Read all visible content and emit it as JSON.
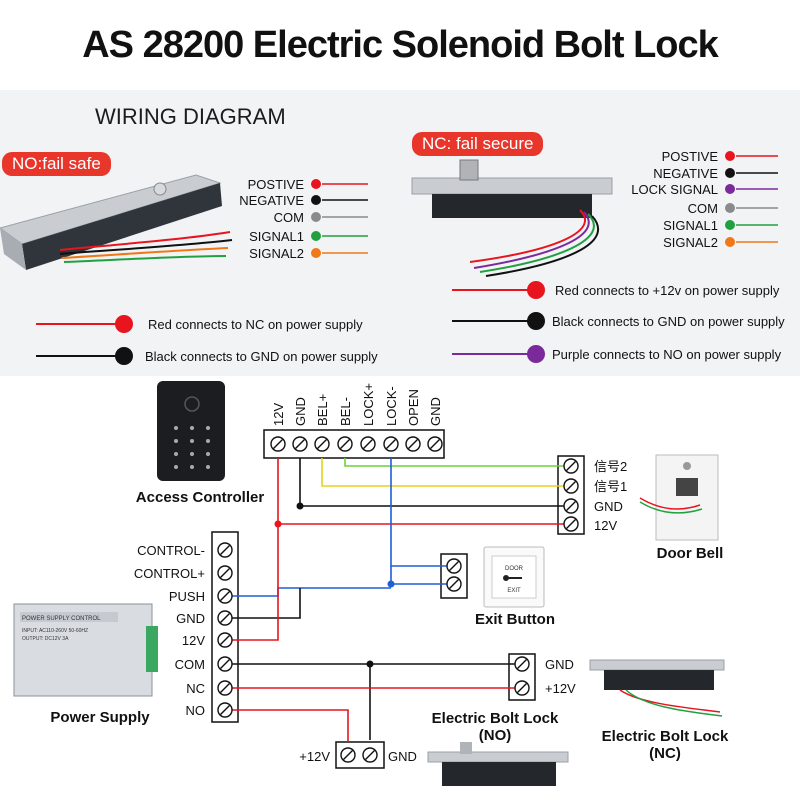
{
  "title": "AS 28200 Electric Solenoid Bolt Lock",
  "wiring_heading": "WIRING DIAGRAM",
  "no_panel": {
    "badge": "NO:fail safe",
    "labels": [
      {
        "text": "POSTIVE",
        "color": "#e8141e"
      },
      {
        "text": "NEGATIVE",
        "color": "#111111"
      },
      {
        "text": "COM",
        "color": "#8a8a8a"
      },
      {
        "text": "SIGNAL1",
        "color": "#22a040"
      },
      {
        "text": "SIGNAL2",
        "color": "#f07818"
      }
    ],
    "notes": [
      {
        "text": "Red connects to NC on power supply",
        "color": "#e8141e"
      },
      {
        "text": "Black connects to GND on power supply",
        "color": "#111111"
      }
    ]
  },
  "nc_panel": {
    "badge": "NC: fail secure",
    "labels": [
      {
        "text": "POSTIVE",
        "color": "#e8141e"
      },
      {
        "text": "NEGATIVE",
        "color": "#111111"
      },
      {
        "text": "LOCK SIGNAL",
        "color": "#7a2a9a"
      },
      {
        "text": "COM",
        "color": "#8a8a8a"
      },
      {
        "text": "SIGNAL1",
        "color": "#22a040"
      },
      {
        "text": "SIGNAL2",
        "color": "#f07818"
      }
    ],
    "notes": [
      {
        "text": "Red connects to +12v on power supply",
        "color": "#e8141e"
      },
      {
        "text": "Black connects to GND on power supply",
        "color": "#111111"
      },
      {
        "text": "Purple connects to NO on power supply",
        "color": "#7a2a9a"
      }
    ]
  },
  "controller": {
    "caption": "Access Controller",
    "terminals": [
      "12V",
      "GND",
      "BEL+",
      "BEL-",
      "LOCK+",
      "LOCK-",
      "OPEN",
      "GND"
    ]
  },
  "power_supply": {
    "caption": "Power Supply",
    "terminals": [
      "CONTROL-",
      "CONTROL+",
      "PUSH",
      "GND",
      "12V",
      "COM",
      "NC",
      "NO"
    ],
    "device_text": [
      "POWER SUPPLY CONTROL",
      "INPUT: AC110-260V 50-60HZ",
      "OUTPUT: DC12V 3A"
    ]
  },
  "door_bell": {
    "caption": "Door Bell",
    "terminals": [
      "信号2",
      "信号1",
      "GND",
      "12V"
    ]
  },
  "exit_button": {
    "caption": "Exit Button",
    "device_text": [
      "DOOR",
      "EXIT"
    ]
  },
  "bolt_no": {
    "caption": "Electric Bolt Lock\n(NO)",
    "terminals": [
      "GND",
      "+12V"
    ]
  },
  "bolt_nc": {
    "caption": "Electric Bolt Lock\n(NC)"
  },
  "bottom_terminal": {
    "left": "+12V",
    "right": "GND"
  },
  "colors": {
    "red": "#e8141e",
    "black": "#111111",
    "blue": "#1e5fd6",
    "yellow": "#e6d21e",
    "green": "#6cd23c",
    "purple": "#7a2a9a",
    "badge": "#e8362a"
  }
}
